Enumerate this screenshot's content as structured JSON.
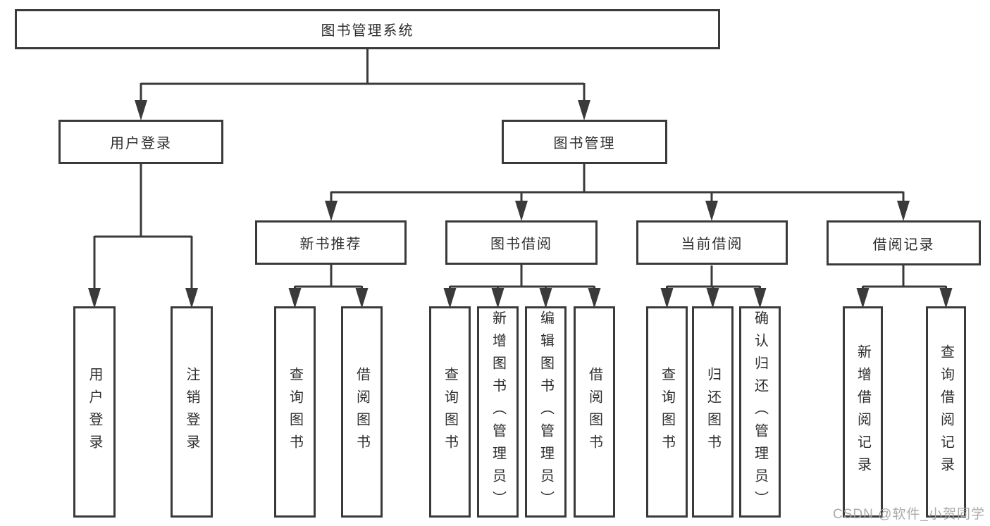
{
  "styles": {
    "line_color": "#3a3a3a",
    "text_color": "#2e2e2e",
    "watermark_color": "#a6a6a6",
    "background": "#ffffff"
  },
  "tree": {
    "root": {
      "label": "图书管理系统"
    },
    "user_login": {
      "label": "用户登录",
      "children": [
        {
          "label": "用户登录"
        },
        {
          "label": "注销登录"
        }
      ]
    },
    "book_mgmt": {
      "label": "图书管理",
      "sections": [
        {
          "label": "新书推荐",
          "children": [
            {
              "label": "查询图书"
            },
            {
              "label": "借阅图书"
            }
          ]
        },
        {
          "label": "图书借阅",
          "children": [
            {
              "label": "查询图书"
            },
            {
              "label": "新增图书（管理员）"
            },
            {
              "label": "编辑图书（管理员）"
            },
            {
              "label": "借阅图书"
            }
          ]
        },
        {
          "label": "当前借阅",
          "children": [
            {
              "label": "查询图书"
            },
            {
              "label": "归还图书"
            },
            {
              "label": "确认归还（管理员）"
            }
          ]
        },
        {
          "label": "借阅记录",
          "children": [
            {
              "label": "新增借阅记录"
            },
            {
              "label": "查询借阅记录"
            }
          ]
        }
      ]
    }
  },
  "watermark": {
    "text": "CSDN @软件_小贺同学"
  }
}
